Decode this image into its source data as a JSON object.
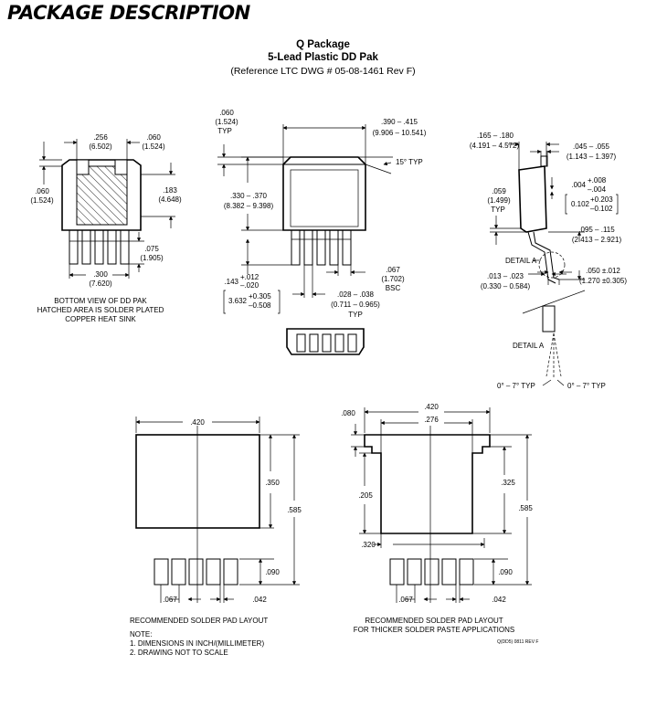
{
  "heading": "PACKAGE DESCRIPTION",
  "package": {
    "name": "Q Package",
    "subtitle": "5-Lead Plastic DD Pak",
    "reference": "(Reference LTC DWG # 05-08-1461 Rev F)"
  },
  "bottom_view": {
    "caption_lines": [
      "BOTTOM VIEW OF DD PAK",
      "HATCHED AREA IS SOLDER PLATED",
      "COPPER HEAT SINK"
    ],
    "dims": {
      "top_w": ".256",
      "top_w_mm": "(6.502)",
      "tab_h": ".060",
      "tab_h_mm": "(1.524)",
      "left_h": ".060",
      "left_h_mm": "(1.524)",
      "mid_h": ".183",
      "mid_h_mm": "(4.648)",
      "lead_l": ".075",
      "lead_l_mm": "(1.905)",
      "lead_span": ".300",
      "lead_span_mm": "(7.620)"
    }
  },
  "front_view": {
    "dims": {
      "tab_t": ".060",
      "tab_t_mm": "(1.524)",
      "tab_t_note": "TYP",
      "width": ".390 – .415",
      "width_mm": "(9.906 – 10.541)",
      "angle": "15° TYP",
      "height": ".330 – .370",
      "height_mm": "(8.382 – 9.398)",
      "lead_h_nom": ".143",
      "lead_h_plus": "+.012",
      "lead_h_minus": "–.020",
      "lead_h_mm_nom": "3.632",
      "lead_h_mm_plus": "+0.305",
      "lead_h_mm_minus": "–0.508",
      "pitch": ".067",
      "pitch_mm": "(1.702)",
      "pitch_note": "BSC",
      "lead_w": ".028 – .038",
      "lead_w_mm": "(0.711 – 0.965)",
      "lead_w_note": "TYP"
    }
  },
  "side_view": {
    "dims": {
      "body_t": ".165 – .180",
      "body_t_mm": "(4.191 – 4.572)",
      "tab_w": ".045 – .055",
      "tab_w_mm": "(1.143 – 1.397)",
      "tab_thk_nom": ".004",
      "tab_thk_plus": "+.008",
      "tab_thk_minus": "–.004",
      "tab_thk_mm_nom": "0.102",
      "tab_thk_mm_plus": "+0.203",
      "tab_thk_mm_minus": "–0.102",
      "lead_off": ".059",
      "lead_off_mm": "(1.499)",
      "lead_off_note": "TYP",
      "foot_h": ".095 – .115",
      "foot_h_mm": "(2.413 – 2.921)",
      "detail_label": "DETAIL A",
      "foot_len": ".050 ±.012",
      "foot_len_mm": "(1.270 ±0.305)",
      "lead_thk": ".013 – .023",
      "lead_thk_mm": "(0.330 – 0.584)"
    },
    "detail": {
      "label": "DETAIL A",
      "angle_left": "0° – 7° TYP",
      "angle_right": "0° – 7° TYP"
    }
  },
  "pad_layout_1": {
    "caption": "RECOMMENDED SOLDER PAD LAYOUT",
    "dims": {
      "width": ".420",
      "pad_h": ".350",
      "total_h": ".585",
      "lead_pad_h": ".090",
      "pitch": ".067",
      "gap": ".042"
    }
  },
  "pad_layout_2": {
    "caption_lines": [
      "RECOMMENDED SOLDER PAD LAYOUT",
      "FOR THICKER SOLDER PASTE APPLICATIONS"
    ],
    "dims": {
      "notch": ".080",
      "width": ".420",
      "inner_w": ".276",
      "pad_h": ".325",
      "inner_h": ".205",
      "inner_w2": ".320",
      "total_h": ".585",
      "lead_pad_h": ".090",
      "pitch": ".067",
      "gap": ".042"
    }
  },
  "notes": {
    "title": "NOTE:",
    "items": [
      "1. DIMENSIONS IN INCH/(MILLIMETER)",
      "2. DRAWING NOT TO SCALE"
    ]
  },
  "part_code": "Q(DD5) 0811 REV F"
}
